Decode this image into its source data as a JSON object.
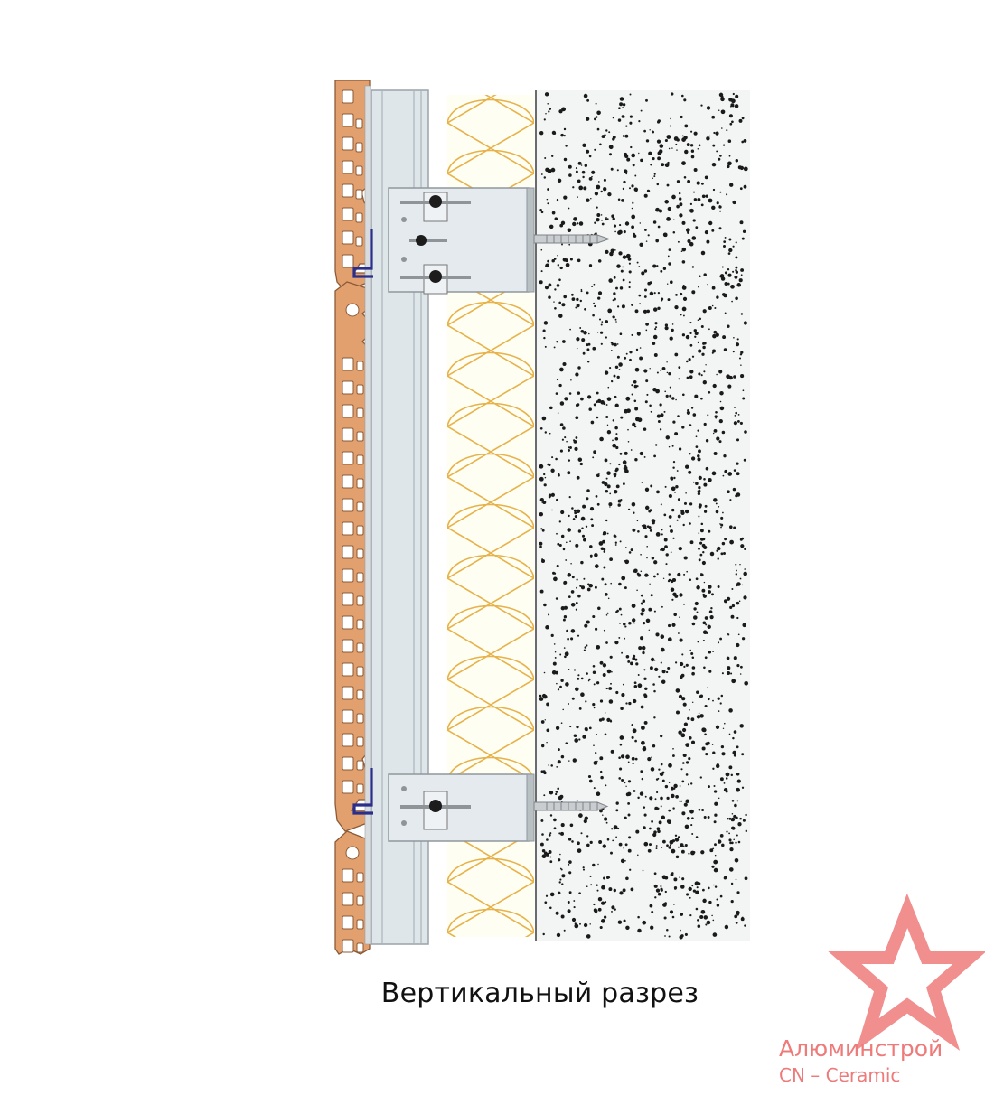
{
  "caption": "Вертикальный разрез",
  "watermark": {
    "line1": "Алюминстрой",
    "line2": "CN – Ceramic",
    "color": "#ee7a7a"
  },
  "colors": {
    "ceramic_panel": "#e2a06e",
    "ceramic_outline": "#8c5a36",
    "guide_profile": "#dfe6ea",
    "bracket": "#e4eaed",
    "insulation_fill": "#fffef3",
    "insulation_lines": "#e7b24a",
    "wall_fill": "#f3f4f4",
    "wall_dots": "#1a1a1a",
    "clip": "#2b2f8c",
    "anchor": "#a9acaf"
  }
}
